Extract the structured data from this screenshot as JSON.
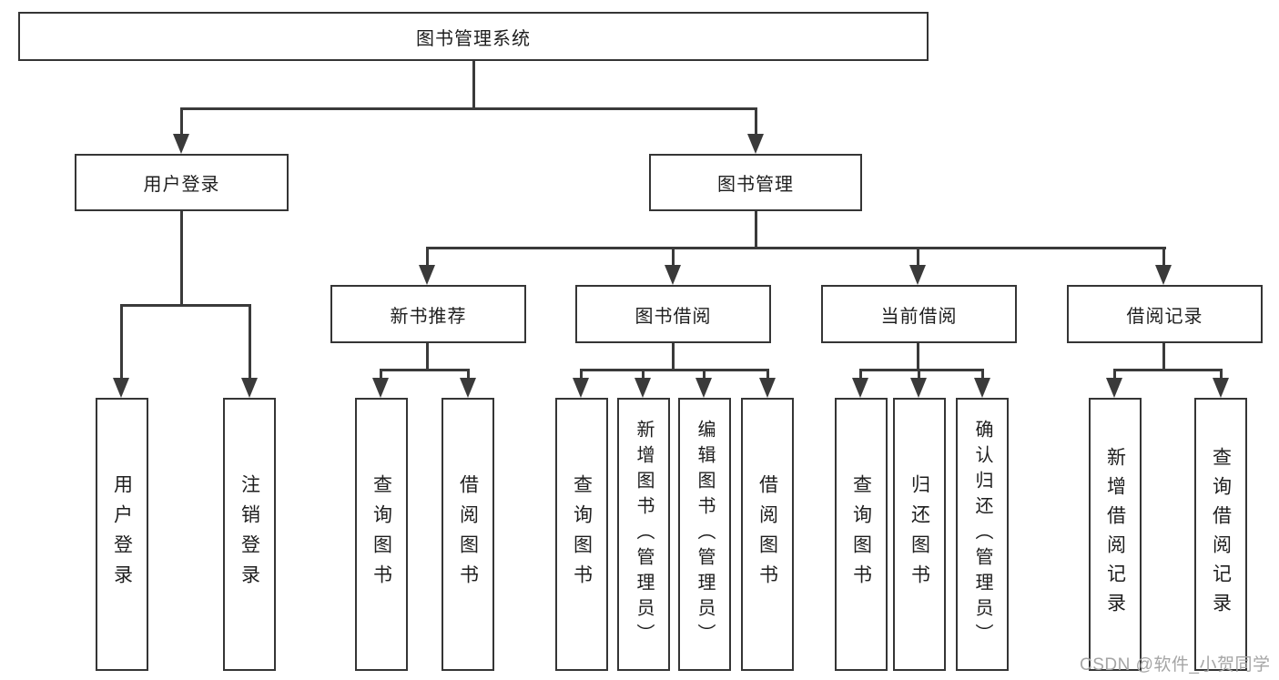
{
  "tree": {
    "root": {
      "label": "图书管理系统",
      "children": [
        {
          "label": "用户登录",
          "children": [
            {
              "label": "用户登录"
            },
            {
              "label": "注销登录"
            }
          ]
        },
        {
          "label": "图书管理",
          "children": [
            {
              "label": "新书推荐",
              "children": [
                {
                  "label": "查询图书"
                },
                {
                  "label": "借阅图书"
                }
              ]
            },
            {
              "label": "图书借阅",
              "children": [
                {
                  "label": "查询图书"
                },
                {
                  "label": "新增图书（管理员）"
                },
                {
                  "label": "编辑图书（管理员）"
                },
                {
                  "label": "借阅图书"
                }
              ]
            },
            {
              "label": "当前借阅",
              "children": [
                {
                  "label": "查询图书"
                },
                {
                  "label": "归还图书"
                },
                {
                  "label": "确认归还（管理员）"
                }
              ]
            },
            {
              "label": "借阅记录",
              "children": [
                {
                  "label": "新增借阅记录"
                },
                {
                  "label": "查询借阅记录"
                }
              ]
            }
          ]
        }
      ]
    }
  },
  "watermark": {
    "text": "CSDN @软件_小贺同学"
  },
  "colors": {
    "line": "#3a3a3a",
    "text": "#1e1e1e",
    "watermark": "#a5a5a5",
    "background": "#ffffff"
  }
}
